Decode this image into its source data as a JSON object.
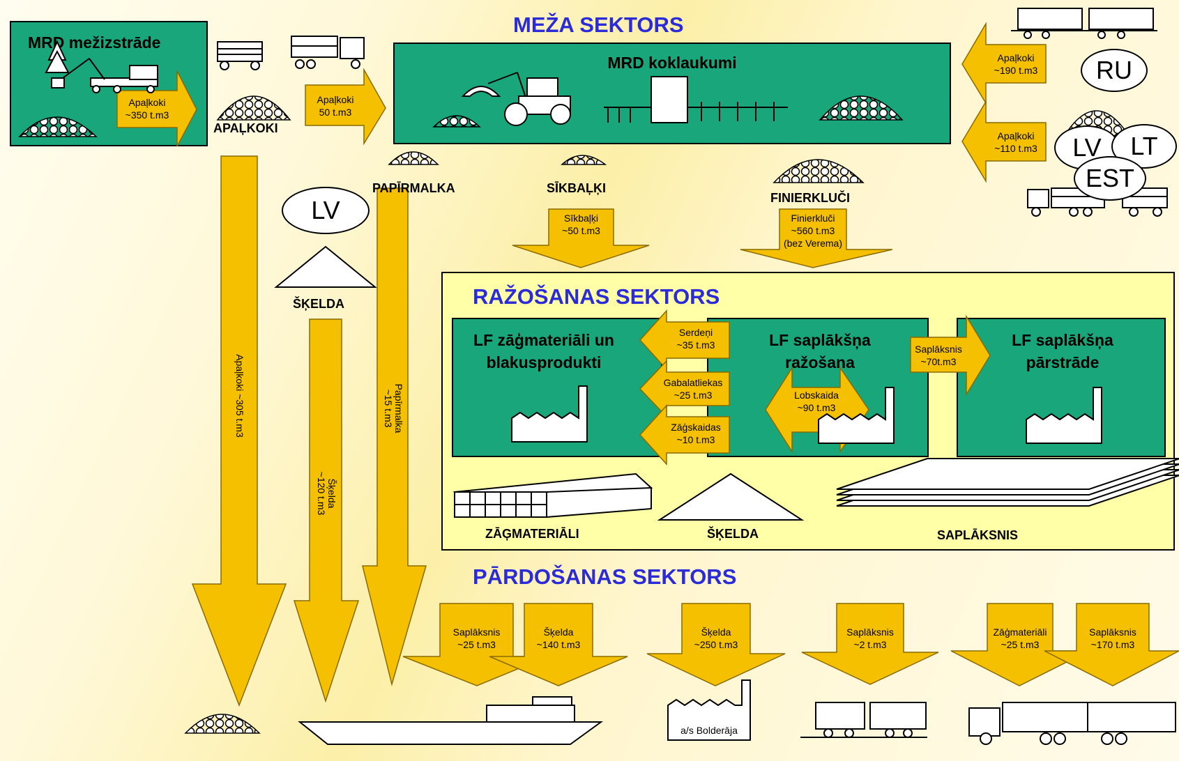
{
  "sectors": {
    "forest": "MEŽA SEKTORS",
    "production": "RAŽOŠANAS SEKTORS",
    "sales": "PĀRDOŠANAS SEKTORS"
  },
  "boxes": {
    "logging": "MRD mežizstrāde",
    "storage": "MRD koklaukumi",
    "sawn": "LF zāģmateriāli un blakusprodukti",
    "plywood": "LF saplākšņa ražošana",
    "processing": "LF saplākšņa pārstrāde"
  },
  "labels": {
    "apalkoki": "APAĻKOKI",
    "papirmalka": "PAPĪRMALKA",
    "sikbalki": "SĪKBAĻĶI",
    "finierkluci": "FINIERKLUČI",
    "skelda_top": "ŠĶELDA",
    "zagmateriali": "ZĀĢMATERIĀLI",
    "skelda_mid": "ŠĶELDA",
    "saplaksnis": "SAPLĀKSNIS",
    "bolderaja": "a/s Bolderāja"
  },
  "ovals": {
    "lv_top": "LV",
    "ru": "RU",
    "lv": "LV",
    "lt": "LT",
    "est": "EST"
  },
  "arrows": {
    "a1": [
      "Apaļkoki",
      "~350 t.m3"
    ],
    "a2": [
      "Apaļkoki",
      "50 t.m3"
    ],
    "a3": [
      "Apaļkoki",
      "~190 t.m3"
    ],
    "a4": [
      "Apaļkoki",
      "~110 t.m3"
    ],
    "a5": [
      "Sīkbaļķi",
      "~50 t.m3"
    ],
    "a6": [
      "Finierkluči",
      "~560 t.m3",
      "(bez Verema)"
    ],
    "a7": [
      "Serdeņi",
      "~35 t.m3"
    ],
    "a8": [
      "Gabalatliekas",
      "~25 t.m3"
    ],
    "a9": [
      "Zāģskaidas",
      "~10 t.m3"
    ],
    "a10": [
      "Lobskaida",
      "~90 t.m3"
    ],
    "a11": [
      "Saplāksnis",
      "~70t.m3"
    ],
    "v1": [
      "Apaļkoki  ~305 t.m3"
    ],
    "v2": [
      "Šķelda",
      "~120 t.m3"
    ],
    "v3": [
      "Papīrmalka",
      "~15 t.m3"
    ],
    "s1": [
      "Saplāksnis",
      "~25 t.m3"
    ],
    "s2": [
      "Šķelda",
      "~140 t.m3"
    ],
    "s3": [
      "Šķelda",
      "~250 t.m3"
    ],
    "s4": [
      "Saplāksnis",
      "~2 t.m3"
    ],
    "s5": [
      "Zāģmateriāli",
      "~25 t.m3"
    ],
    "s6": [
      "Saplāksnis",
      "~170 t.m3"
    ]
  },
  "colors": {
    "arrow": "#f5c000",
    "box": "#19a67a",
    "production_bg": "#ffffa8",
    "sector": "#2b2bd8"
  }
}
